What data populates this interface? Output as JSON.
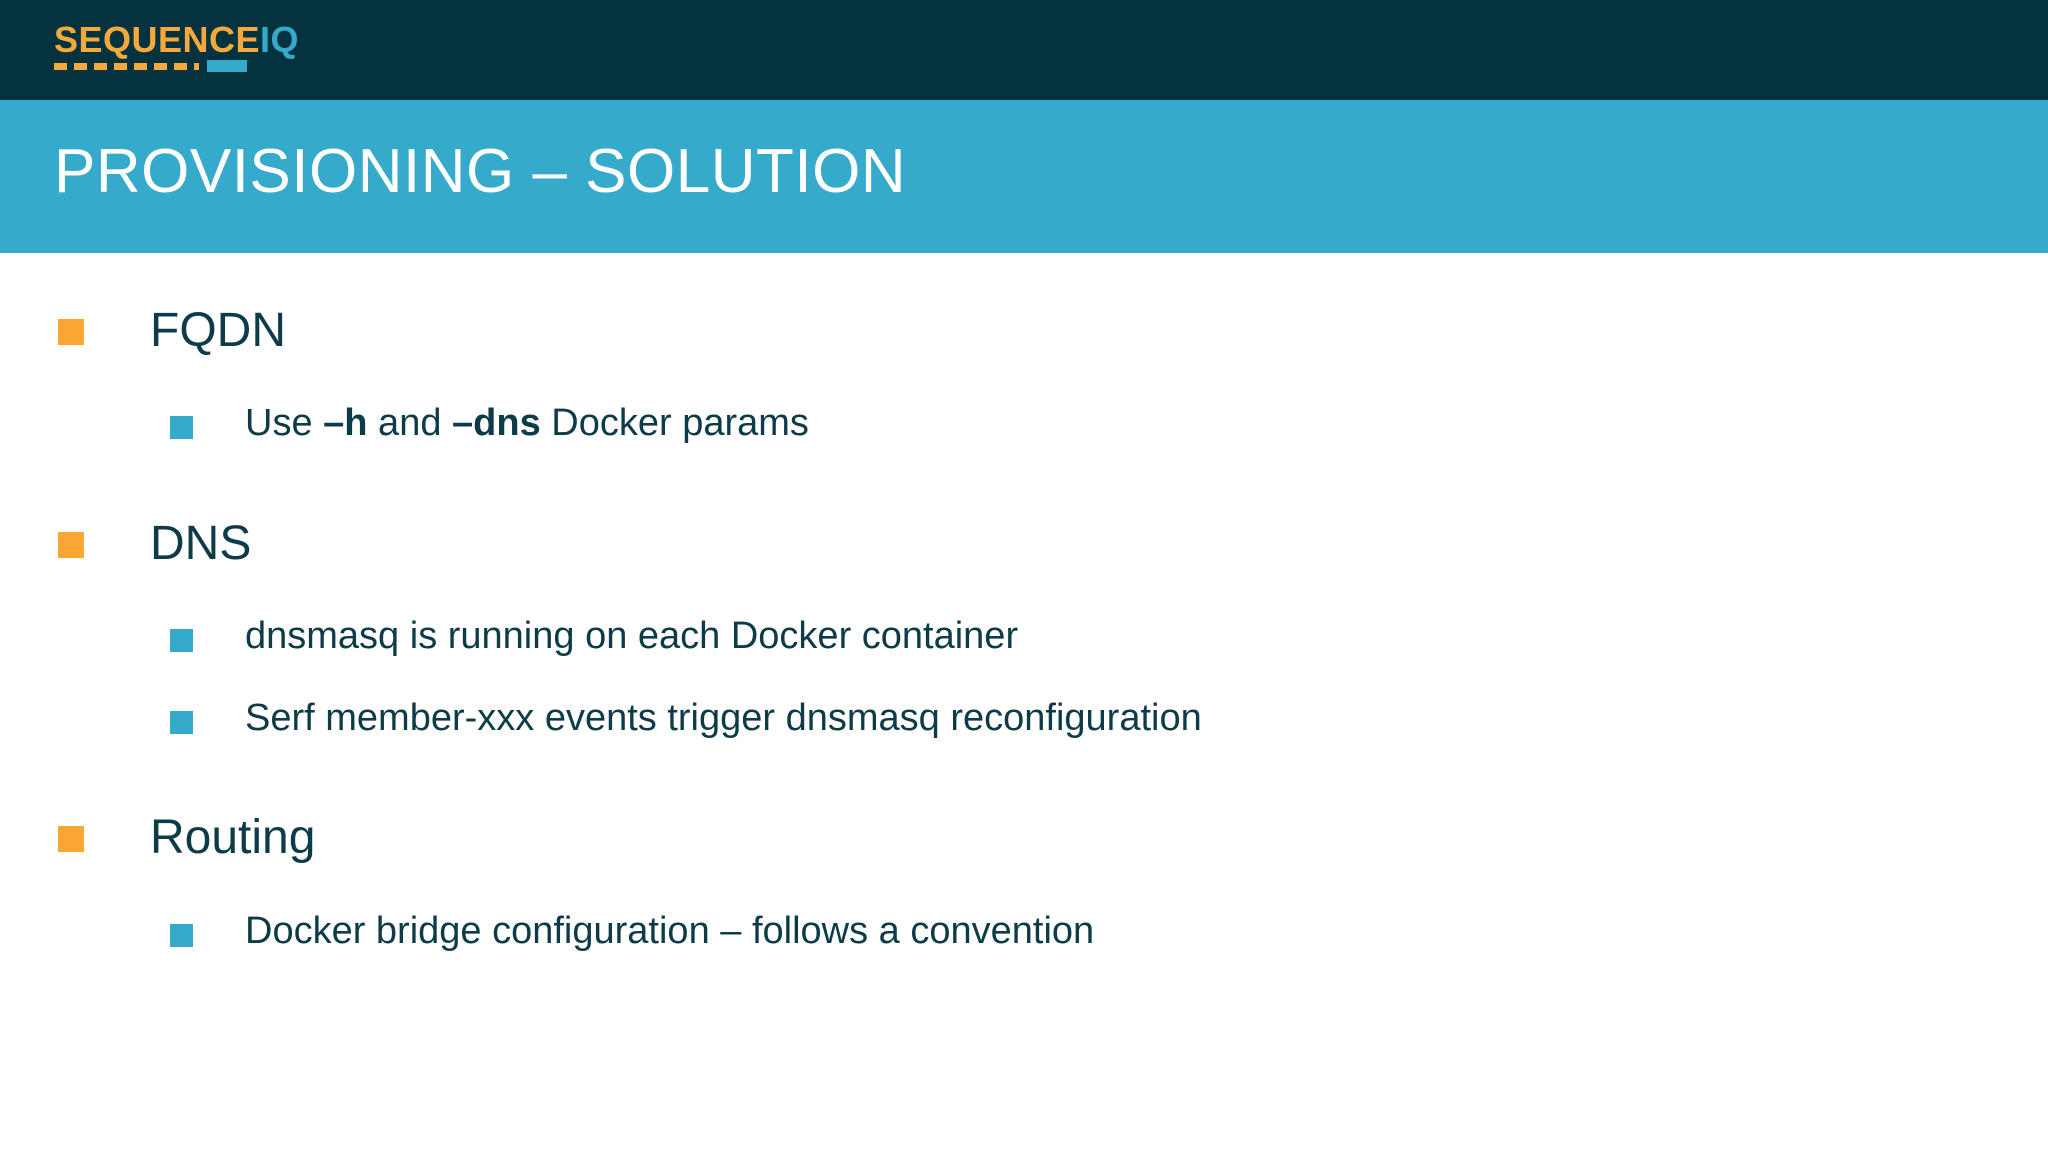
{
  "slide": {
    "title": "PROVISIONING – SOLUTION",
    "brand": {
      "logo_primary": "SEQUENCE",
      "logo_secondary": "IQ",
      "logo_name": "SEQUENCEIQ"
    },
    "colors": {
      "brand_navy": "#04333F",
      "brand_teal": "#36AACA",
      "brand_orange": "#FAA634",
      "logo_orange": "#F5A93A",
      "body_text": "#0D3B47",
      "title_text": "#FFFFFF",
      "background": "#FFFFFF"
    },
    "content": [
      {
        "heading": "FQDN",
        "items": [
          {
            "parts": [
              {
                "text": "Use ",
                "bold": false
              },
              {
                "text": "–h",
                "bold": true
              },
              {
                "text": " and ",
                "bold": false
              },
              {
                "text": "–dns",
                "bold": true
              },
              {
                "text": " Docker params",
                "bold": false
              }
            ],
            "plain": "Use –h and –dns Docker params"
          }
        ]
      },
      {
        "heading": "DNS",
        "items": [
          {
            "parts": [
              {
                "text": "dnsmasq is running on each Docker container",
                "bold": false
              }
            ],
            "plain": "dnsmasq is running on each Docker container"
          },
          {
            "parts": [
              {
                "text": "Serf member-xxx events trigger dnsmasq reconfiguration",
                "bold": false
              }
            ],
            "plain": "Serf member-xxx events trigger dnsmasq reconfiguration"
          }
        ]
      },
      {
        "heading": "Routing",
        "items": [
          {
            "parts": [
              {
                "text": "Docker bridge configuration – follows a convention",
                "bold": false
              }
            ],
            "plain": "Docker bridge configuration – follows a convention"
          }
        ]
      }
    ]
  }
}
